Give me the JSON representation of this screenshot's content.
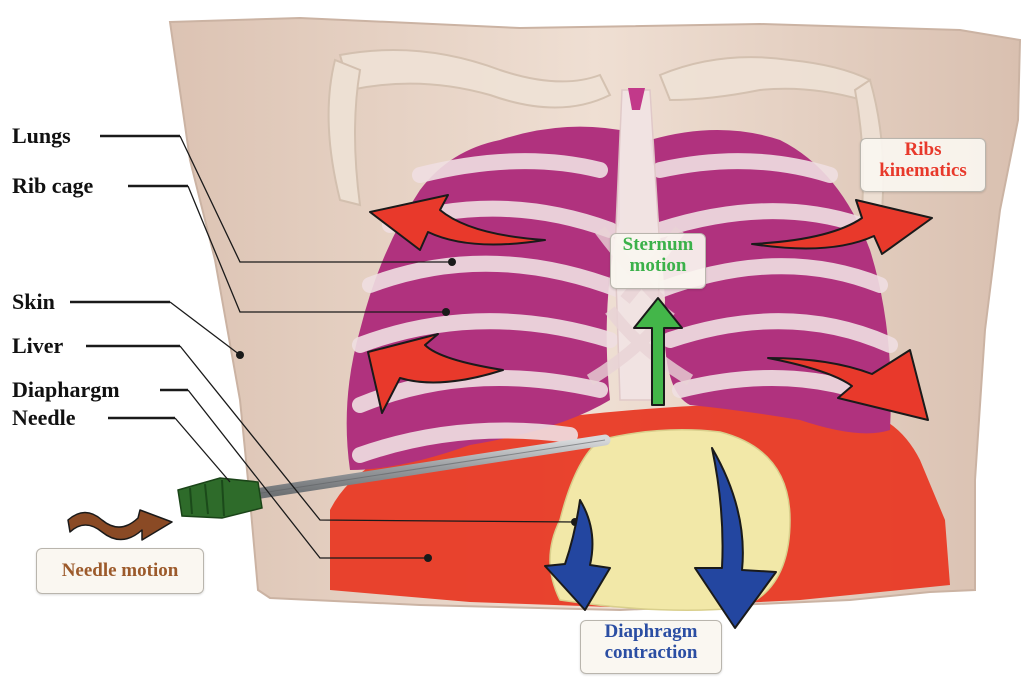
{
  "labels": {
    "lungs": "Lungs",
    "rib_cage": "Rib cage",
    "skin": "Skin",
    "liver": "Liver",
    "diaphragm": "Diaphargm",
    "needle": "Needle"
  },
  "annotations": {
    "ribs_line1": "Ribs",
    "ribs_line2": "kinematics",
    "sternum_line1": "Sternum",
    "sternum_line2": "motion",
    "needle_motion": "Needle motion",
    "diaphragm_line1": "Diaphragm",
    "diaphragm_line2": "contraction"
  },
  "colors": {
    "skin": "#ead6c8",
    "lungs": "#b0327e",
    "ribs": "#f0dfe2",
    "liver": "#e83a25",
    "diaphragm_organ": "#f2e8a8",
    "needle_shaft": "#a3a6a8",
    "needle_hub": "#2e6b2a",
    "ribs_arrow": "#e8392b",
    "sternum_arrow": "#43b649",
    "diaphragm_arrow": "#2346a0",
    "needle_arrow": "#8a4a25",
    "ribs_text": "#e8392b",
    "sternum_text": "#3bb14a",
    "needle_text": "#9c5a2b",
    "diaphragm_text": "#2b4ea3"
  }
}
